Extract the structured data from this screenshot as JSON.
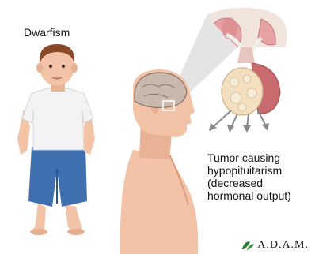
{
  "labels": {
    "condition": "Dwarfism",
    "tumor_lines": [
      "Tumor causing",
      "hypopituitarism",
      "(decreased",
      "hormonal output)"
    ]
  },
  "logo": {
    "text": "A.D.A.M.",
    "icon": "adam-leaf-icon"
  },
  "colors": {
    "skin": "#f2c3a6",
    "skin_shadow": "#d99c7c",
    "hair": "#8a4a2a",
    "shirt": "#f3f3f3",
    "shorts": "#3f6fae",
    "brain": "#c9b8ad",
    "tumor": "#f1dfc0",
    "gland_pink": "#e7a2a6",
    "arrow": "#8a8a8a"
  }
}
